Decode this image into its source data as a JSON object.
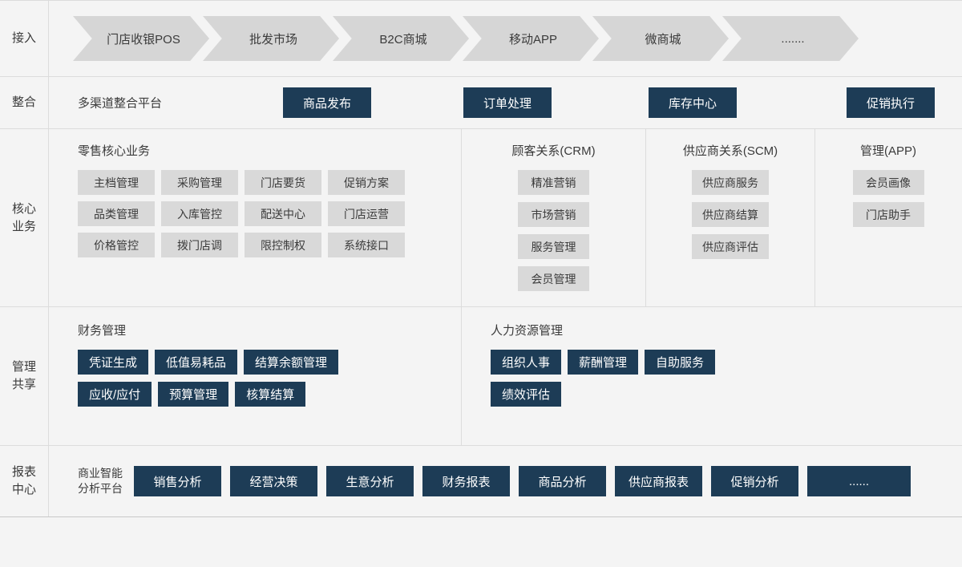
{
  "colors": {
    "page_background": "#f4f4f4",
    "navy": "#1d3c56",
    "chip_grey": "#d9d9d9",
    "arrow_grey": "#d6d6d6",
    "border": "#dcdcdc",
    "text": "#3a3a3a"
  },
  "rows": {
    "access": {
      "label": "接入",
      "arrows": [
        "门店收银POS",
        "批发市场",
        "B2C商城",
        "移动APP",
        "微商城",
        "......."
      ]
    },
    "integration": {
      "label": "整合",
      "platform_title": "多渠道整合平台",
      "modules": [
        "商品发布",
        "订单处理",
        "库存中心",
        "促销执行"
      ]
    },
    "core": {
      "label": "核心\n业务",
      "label_line1": "核心",
      "label_line2": "业务",
      "columns": [
        {
          "title": "零售核心业务",
          "items": [
            "主档管理",
            "采购管理",
            "门店要货",
            "促销方案",
            "品类管理",
            "入库管控",
            "配送中心",
            "门店运营",
            "价格管控",
            "拨门店调",
            "限控制权",
            "系统接口"
          ]
        },
        {
          "title": "顾客关系(CRM)",
          "items": [
            "精准营销",
            "市场营销",
            "服务管理",
            "会员管理"
          ]
        },
        {
          "title": "供应商关系(SCM)",
          "items": [
            "供应商服务",
            "供应商结算",
            "供应商评估"
          ]
        },
        {
          "title": "管理(APP)",
          "items": [
            "会员画像",
            "门店助手"
          ]
        }
      ]
    },
    "management": {
      "label_line1": "管理",
      "label_line2": "共享",
      "columns": [
        {
          "title": "财务管理",
          "items": [
            "凭证生成",
            "低值易耗品",
            "结算余额管理",
            "应收/应付",
            "预算管理",
            "核算结算"
          ]
        },
        {
          "title": "人力资源管理",
          "items": [
            "组织人事",
            "薪酬管理",
            "自助服务",
            "绩效评估"
          ]
        }
      ]
    },
    "report": {
      "label_line1": "报表",
      "label_line2": "中心",
      "platform_line1": "商业智能",
      "platform_line2": "分析平台",
      "items": [
        "销售分析",
        "经营决策",
        "生意分析",
        "财务报表",
        "商品分析",
        "供应商报表",
        "促销分析",
        "......"
      ]
    }
  }
}
